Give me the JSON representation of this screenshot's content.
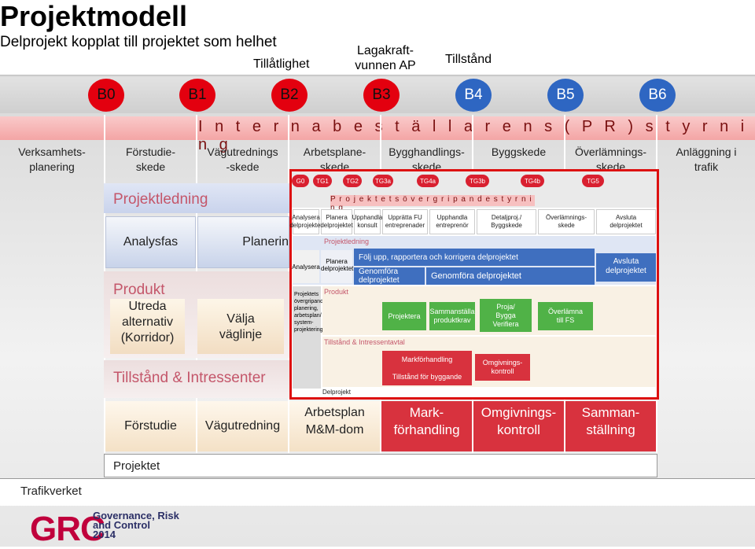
{
  "title": "Projektmodell",
  "subtitle": "Delprojekt kopplat till projektet som helhet",
  "top_notes": {
    "tillatlighet": "Tillåtlighet",
    "lagakraft_1": "Lagakraft-",
    "lagakraft_2": "vunnen AP",
    "tillstand": "Tillstånd"
  },
  "gates": [
    "B0",
    "B1",
    "B2",
    "B3",
    "B4",
    "B5",
    "B6"
  ],
  "pink_bar": "I n t e r n a   b e s t ä l l a r e n s  ( P R )  s t y r n i n g",
  "stages": {
    "s1a": "Verksamhets-",
    "s1b": "planering",
    "s2a": "Förstudie-",
    "s2b": "skede",
    "s3a": "Vägutrednings",
    "s3b": "-skede",
    "s4a": "Arbetsplane-",
    "s4b": "skede",
    "s5a": "Bygghandlings-",
    "s5b": "skede",
    "s6": "Byggskede",
    "s7a": "Överlämnings-",
    "s7b": "skede",
    "s8a": "Anläggning i",
    "s8b": "trafik"
  },
  "sections": {
    "projektledning": "Projektledning",
    "produkt": "Produkt",
    "tillstand": "Tillstånd & Intressenter"
  },
  "pl_row": {
    "analysfas": "Analysfas",
    "planering": "Planerin"
  },
  "produkt_row": {
    "utreda_1": "Utreda",
    "utreda_2": "alternativ",
    "utreda_3": "(Korridor)",
    "valja_1": "Välja",
    "valja_2": "väglinje"
  },
  "ti_row": {
    "forstudie": "Förstudie",
    "vagutredning": "Vägutredning",
    "arbetsplan_1": "Arbetsplan",
    "arbetsplan_2": "M&M-dom",
    "mark_1": "Mark-",
    "mark_2": "förhandling",
    "omg_1": "Omgivnings-",
    "omg_2": "kontroll",
    "samman_1": "Samman-",
    "samman_2": "ställning"
  },
  "inset": {
    "gates": [
      "G0",
      "TG1",
      "TG2",
      "TG3a",
      "TG4a",
      "TG3b",
      "TG4b",
      "TG5"
    ],
    "pink": "P r o j e k t e t s   ö v e r g r i p a n d e   s t y r n i n g",
    "stages": [
      {
        "a": "Analysera",
        "b": "delprojektet"
      },
      {
        "a": "Planera",
        "b": "delprojektet"
      },
      {
        "a": "Upphandla",
        "b": "konsult"
      },
      {
        "a": "Upprätta FU",
        "b": "entreprenader"
      },
      {
        "a": "Upphandla",
        "b": "entreprenör"
      },
      {
        "a": "Detaljproj./",
        "b": "Byggskede"
      },
      {
        "a": "Överlämnings-",
        "b": "skede"
      },
      {
        "a": "Avsluta",
        "b": "delprojektet"
      }
    ],
    "projektledning": "Projektledning",
    "analysera": "Analysera",
    "planera_1": "Planera",
    "planera_2": "delprojektet",
    "folj_upp": "Följ upp, rapportera och korrigera delprojektet",
    "genomfora_1": "Genomföra delprojektet",
    "genomfora_2": "Genomföra delprojektet",
    "avsluta_1": "Avsluta",
    "avsluta_2": "delprojektet",
    "side_note": [
      "Projektets",
      "övergripande",
      "planering,",
      "arbetsplan/",
      "system-",
      "projektering"
    ],
    "produkt": "Produkt",
    "projektera": "Projektera",
    "sammanstalla_1": "Sammanställa",
    "sammanstalla_2": "produktkrav",
    "proja_1": "Proja/",
    "proja_2": "Bygga",
    "proja_3": "Verifiera",
    "overlamna_1": "Överlämna",
    "overlamna_2": "till FS",
    "tillstand": "Tillstånd & Intressentavtal",
    "markforhandling": "Markförhandling",
    "tillstand_bygg": "Tillstånd för byggande",
    "omgivning_1": "Omgivnings-",
    "omgivning_2": "kontroll",
    "delprojekt": "Delprojekt"
  },
  "bottom": {
    "projektet": "Projektet",
    "trafikverket": "Trafikverket"
  },
  "logo": {
    "grc": "GRC",
    "line1": "Governance, Risk",
    "line2": "and Control",
    "line3": "2014"
  },
  "colors": {
    "gate_red": "#e3000f",
    "gate_blue": "#2e66c2",
    "section_pink": "#c4566a",
    "arrow_red": "#d8323e",
    "inset_green": "#50b247",
    "inset_blue": "#3f6fbf"
  }
}
